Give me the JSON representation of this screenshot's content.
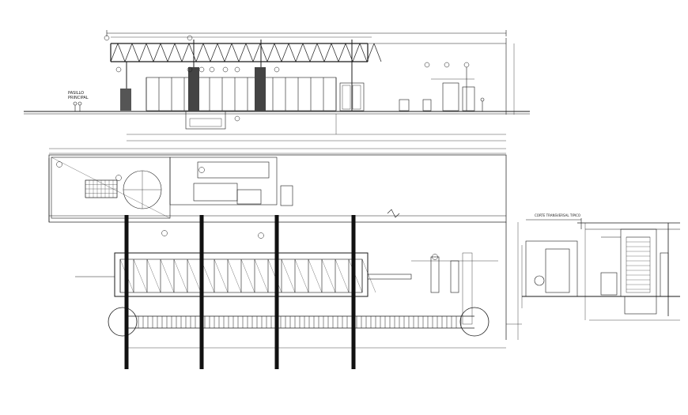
{
  "drawing": {
    "type": "cad-plan",
    "line_color": "#1a1a1a",
    "accent_color": "#000000",
    "background": "#ffffff"
  },
  "elevation": {
    "ground_label_line1": "PASILLO",
    "ground_label_line2": "PRINCIPAL"
  },
  "section": {
    "title": "CORTE TRANSVERSAL TIPICO"
  }
}
